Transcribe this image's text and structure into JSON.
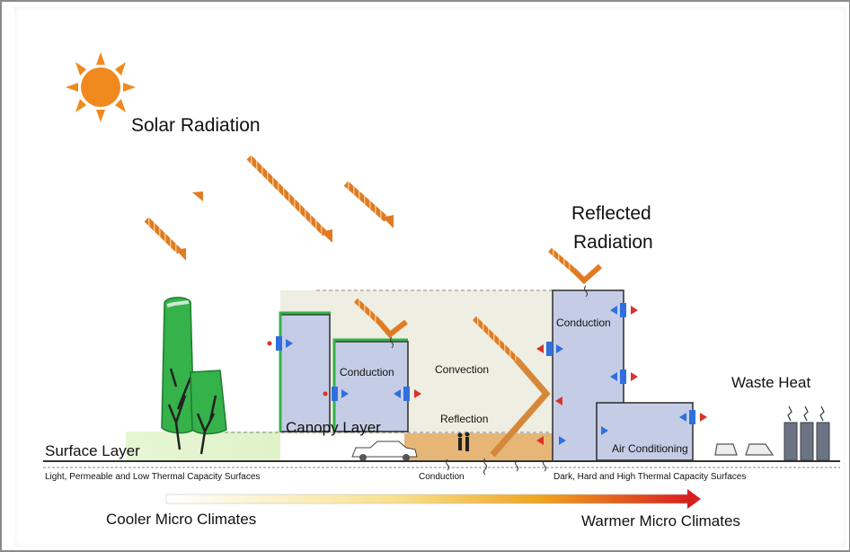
{
  "labels": {
    "solar_radiation": "Solar Radiation",
    "reflected_radiation_line1": "Reflected",
    "reflected_radiation_line2": "Radiation",
    "waste_heat": "Waste Heat",
    "conduction_a": "Conduction",
    "conduction_b": "Conduction",
    "conduction_c": "Conduction",
    "convection": "Convection",
    "reflection": "Reflection",
    "canopy_layer": "Canopy Layer",
    "surface_layer": "Surface Layer",
    "air_conditioning": "Air Conditioning",
    "light_surfaces": "Light, Permeable and Low Thermal Capacity Surfaces",
    "dark_surfaces": "Dark, Hard and High Thermal Capacity Surfaces",
    "cooler_micro_climates": "Cooler Micro Climates",
    "warmer_micro_climates": "Warmer Micro Climates"
  },
  "colors": {
    "sun": "#f08a1e",
    "radiation_arrow": "#e07b22",
    "building_fill": "#c5cde6",
    "building_stroke": "#2b2b2b",
    "tree_green": "#35b24a",
    "convection_bg": "#efeee2",
    "ground_light": "#dff2c8",
    "ground_warm": "#e6b676",
    "arrow_blue": "#2f6fe0",
    "arrow_red": "#d8342a",
    "gradient_start": "#ffffff",
    "gradient_mid": "#f2c21a",
    "gradient_end": "#d81f1f"
  }
}
